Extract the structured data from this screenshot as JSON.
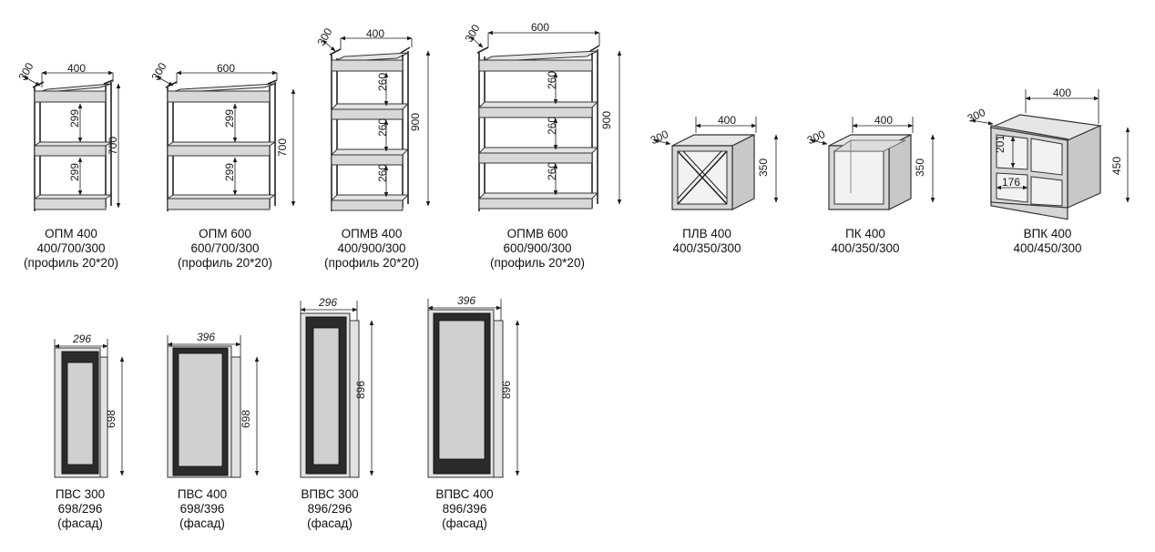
{
  "products": [
    {
      "name": "ОПМ 400",
      "dims": "400/700/300",
      "note": "(профиль 20*20)",
      "labels": {
        "width": "400",
        "depth": "300",
        "height": "700",
        "gap1": "299",
        "gap2": "299"
      }
    },
    {
      "name": "ОПМ 600",
      "dims": "600/700/300",
      "note": "(профиль 20*20)",
      "labels": {
        "width": "600",
        "depth": "300",
        "height": "700",
        "gap1": "299",
        "gap2": "299"
      }
    },
    {
      "name": "ОПМВ 400",
      "dims": "400/900/300",
      "note": "(профиль 20*20)",
      "labels": {
        "width": "400",
        "depth": "300",
        "height": "900",
        "gap1": "260",
        "gap2": "260",
        "gap3": "260"
      }
    },
    {
      "name": "ОПМВ 600",
      "dims": "600/900/300",
      "note": "(профиль 20*20)",
      "labels": {
        "width": "600",
        "depth": "300",
        "height": "900",
        "gap1": "260",
        "gap2": "260",
        "gap3": "260"
      }
    },
    {
      "name": "ПЛВ 400",
      "dims": "400/350/300",
      "labels": {
        "width": "400",
        "depth": "300",
        "height": "350"
      }
    },
    {
      "name": "ПК 400",
      "dims": "400/350/300",
      "labels": {
        "width": "400",
        "depth": "300",
        "height": "350"
      }
    },
    {
      "name": "ВПК 400",
      "dims": "400/450/300",
      "labels": {
        "width": "400",
        "depth": "300",
        "height": "450",
        "inner_height": "201",
        "inner_width": "176"
      }
    },
    {
      "name": "ПВС 300",
      "dims": "698/296",
      "note": "(фасад)",
      "labels": {
        "width": "296",
        "height": "698"
      }
    },
    {
      "name": "ПВС 400",
      "dims": "698/396",
      "note": "(фасад)",
      "labels": {
        "width": "396",
        "height": "698"
      }
    },
    {
      "name": "ВПВС 300",
      "dims": "896/296",
      "note": "(фасад)",
      "labels": {
        "width": "296",
        "height": "896"
      }
    },
    {
      "name": "ВПВС 400",
      "dims": "896/396",
      "note": "(фасад)",
      "labels": {
        "width": "396",
        "height": "896"
      }
    }
  ],
  "colors": {
    "frame": "#2b2b2b",
    "shelf": "#d8d8d8",
    "glass": "#d0d0d0",
    "background": "#ffffff"
  }
}
